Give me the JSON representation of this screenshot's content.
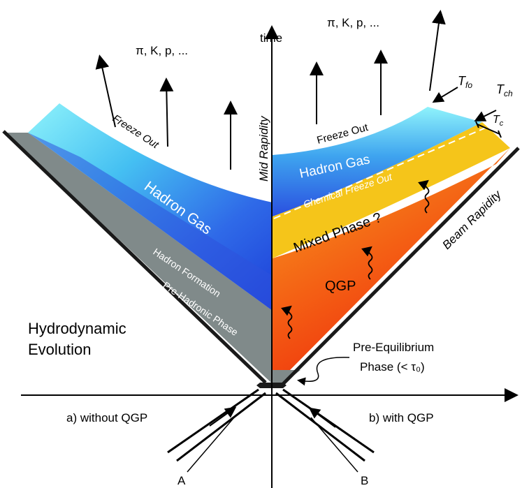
{
  "axes": {
    "time": "time",
    "mid_rapidity": "Mid Rapidity",
    "beam_rapidity": "Beam Rapidity"
  },
  "particles_left": "π, K, p, ...",
  "particles_right": "π, K, p, ...",
  "left": {
    "freeze_out": "Freeze Out",
    "hadron_gas": "Hadron Gas",
    "hadron_formation": "Hadron Formation",
    "pre_hadronic": "Pre-Hadronic Phase",
    "hydro_line1": "Hydrodynamic",
    "hydro_line2": "Evolution",
    "caption": "a) without QGP"
  },
  "right": {
    "freeze_out": "Freeze Out",
    "hadron_gas": "Hadron Gas",
    "chemical_freeze_out": "Chemical Freeze Out",
    "mixed_phase": "Mixed Phase ?",
    "qgp": "QGP",
    "pre_eq_line1": "Pre-Equilibrium",
    "pre_eq_line2": "Phase (< τ₀)",
    "caption": "b) with QGP"
  },
  "temperatures": {
    "t_fo": "fo",
    "t_ch": "ch",
    "t_c": "c",
    "t_symbol": "T"
  },
  "beams": {
    "a": "A",
    "b": "B"
  },
  "colors": {
    "cyan": "#7fe9f6",
    "blue": "#2f62e8",
    "grey": "#7f8888",
    "yellow": "#f5c51a",
    "red": "#f43b10",
    "orange": "#f58a1e"
  }
}
